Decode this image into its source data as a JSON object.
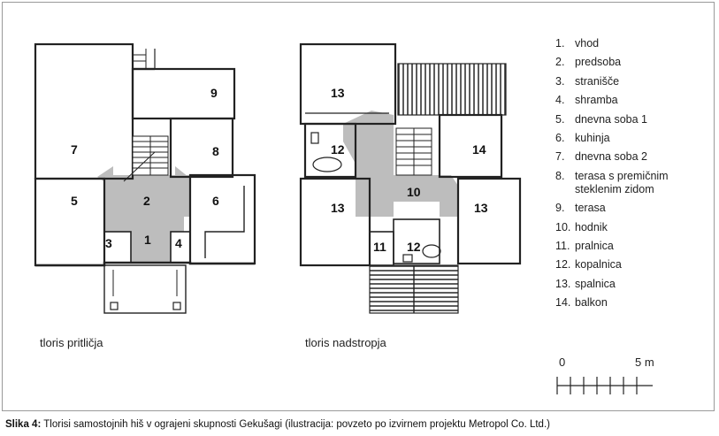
{
  "plans": {
    "ground_label": "tloris pritličja",
    "upper_label": "tloris nadstropja",
    "ground_rooms": [
      "1",
      "2",
      "3",
      "4",
      "5",
      "6",
      "7",
      "8",
      "9"
    ],
    "upper_rooms": [
      "10",
      "11",
      "12",
      "12",
      "13",
      "13",
      "13",
      "14"
    ]
  },
  "legend": [
    {
      "num": "1.",
      "text": "vhod"
    },
    {
      "num": "2.",
      "text": "predsoba"
    },
    {
      "num": "3.",
      "text": "stranišče"
    },
    {
      "num": "4.",
      "text": "shramba"
    },
    {
      "num": "5.",
      "text": "dnevna soba 1"
    },
    {
      "num": "6.",
      "text": "kuhinja"
    },
    {
      "num": "7.",
      "text": "dnevna soba 2"
    },
    {
      "num": "8.",
      "text": "terasa s premičnim steklenim zidom"
    },
    {
      "num": "9.",
      "text": "terasa"
    },
    {
      "num": "10.",
      "text": "hodnik"
    },
    {
      "num": "11.",
      "text": "pralnica"
    },
    {
      "num": "12.",
      "text": "kopalnica"
    },
    {
      "num": "13.",
      "text": "spalnica"
    },
    {
      "num": "14.",
      "text": "balkon"
    }
  ],
  "scale": {
    "start": "0",
    "end": "5 m"
  },
  "caption": {
    "lead": "Slika 4:",
    "text": "Tlorisi samostojnih hiš v ograjeni skupnosti Gekušagi (ilustracija: povzeto po izvirnem projektu Metropol Co. Ltd.)"
  }
}
